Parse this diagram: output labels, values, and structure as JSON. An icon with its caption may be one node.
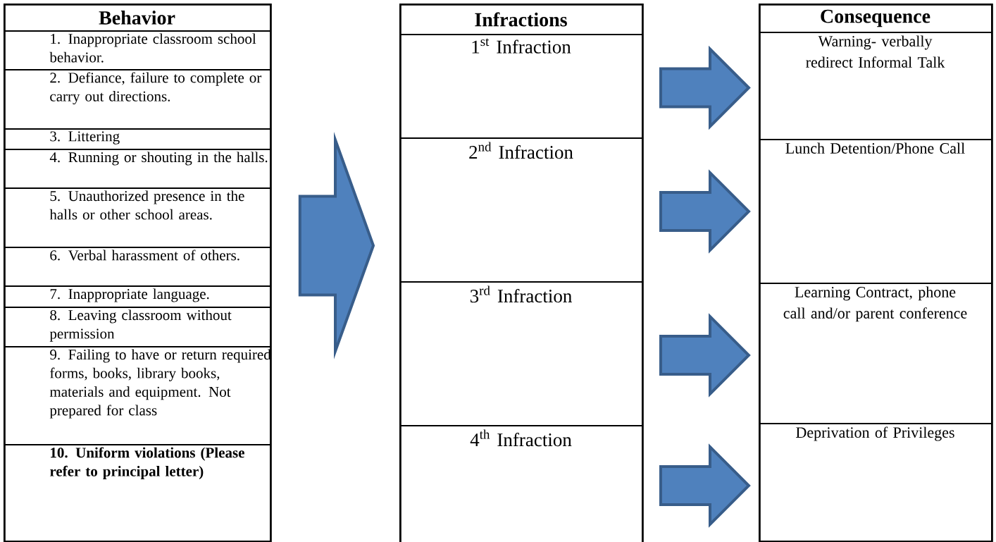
{
  "diagram": {
    "nodes": [
      {
        "text": [
          "Behavior"
        ]
      },
      {
        "text": [
          "1. Inappropriate classroom school behavior."
        ],
        "in": 0
      },
      {
        "text": [
          "2. Defiance, failure to complete or carry out directions."
        ],
        "in": 0
      },
      {
        "text": [
          "3. Littering"
        ],
        "in": 0
      },
      {
        "text": [
          "4. Running or shouting in the halls."
        ],
        "in": 0
      },
      {
        "text": [
          "5. Unauthorized presence in the halls or other school areas."
        ],
        "in": 0
      },
      {
        "text": [
          "6. Verbal harassment of others."
        ],
        "in": 0
      },
      {
        "text": [
          "7. Inappropriate language."
        ],
        "in": 0
      },
      {
        "text": [
          "8. Leaving classroom without permission"
        ],
        "in": 0
      },
      {
        "text": [
          "9. Failing to have or return required forms, books, library books, materials and equipment. Not prepared for class"
        ],
        "in": 0
      },
      {
        "text": [
          "10. Uniform violations (Please refer to principal letter)"
        ],
        "in": 0
      },
      {
        "text": [
          "Infractions"
        ]
      },
      {
        "text": [
          "1$^{st}$ Infraction"
        ],
        "in": 11
      },
      {
        "text": [
          "2$^{nd}$ Infraction"
        ],
        "in": 11
      },
      {
        "text": [
          "3$^{rd}$ Infraction"
        ],
        "in": 11
      },
      {
        "text": [
          "4$^{th}$ Infraction"
        ],
        "in": 11
      },
      {
        "text": [
          "Consequence"
        ]
      },
      {
        "text": [
          "Warning- verbally redirect Informal Talk"
        ],
        "in": 16
      },
      {
        "text": [
          "Lunch Detention/Phone Call"
        ],
        "in": 16
      },
      {
        "text": [
          "Learning Contract, phone call and/or parent conference"
        ],
        "in": 16
      },
      {
        "text": [
          "Deprivation of Privileges"
        ],
        "in": 16
      }
    ],
    "edges": [
      {
        "from": 0,
        "to": 11,
        "arrow": "to"
      },
      {
        "from": 12,
        "to": 17,
        "arrow": "to"
      },
      {
        "from": 13,
        "to": 18,
        "arrow": "to"
      },
      {
        "from": 14,
        "to": 19,
        "arrow": "to"
      },
      {
        "from": 15,
        "to": 20,
        "arrow": "to"
      }
    ]
  }
}
